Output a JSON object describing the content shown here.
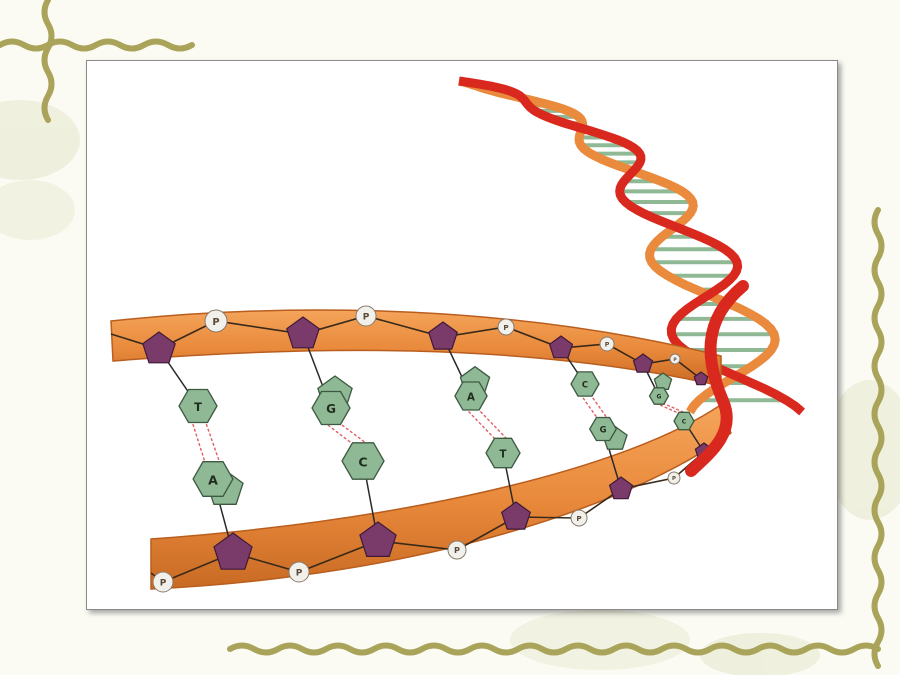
{
  "slide": {
    "colors": {
      "background": "#fbfbf4",
      "vine": "#a9a45a",
      "leaf": "#d9dcb8",
      "backbone": "#e98a3c",
      "backbone_edge": "#b95e1e",
      "sugar": "#7a3a6a",
      "base": "#8fb894",
      "base_edge": "#3d5a40",
      "phosphate": "#f2f0ea",
      "helix_strand_a": "#d9281e",
      "helix_strand_b": "#e98a3c",
      "hbond": "#e06060"
    },
    "diagram": {
      "phosphate_label": "P",
      "base_pairs": [
        {
          "top": "T",
          "bottom": "A"
        },
        {
          "top": "G",
          "bottom": "C"
        },
        {
          "top": "A",
          "bottom": "T"
        },
        {
          "top": "C",
          "bottom": "G"
        },
        {
          "top": "G",
          "bottom": "C"
        }
      ]
    }
  }
}
